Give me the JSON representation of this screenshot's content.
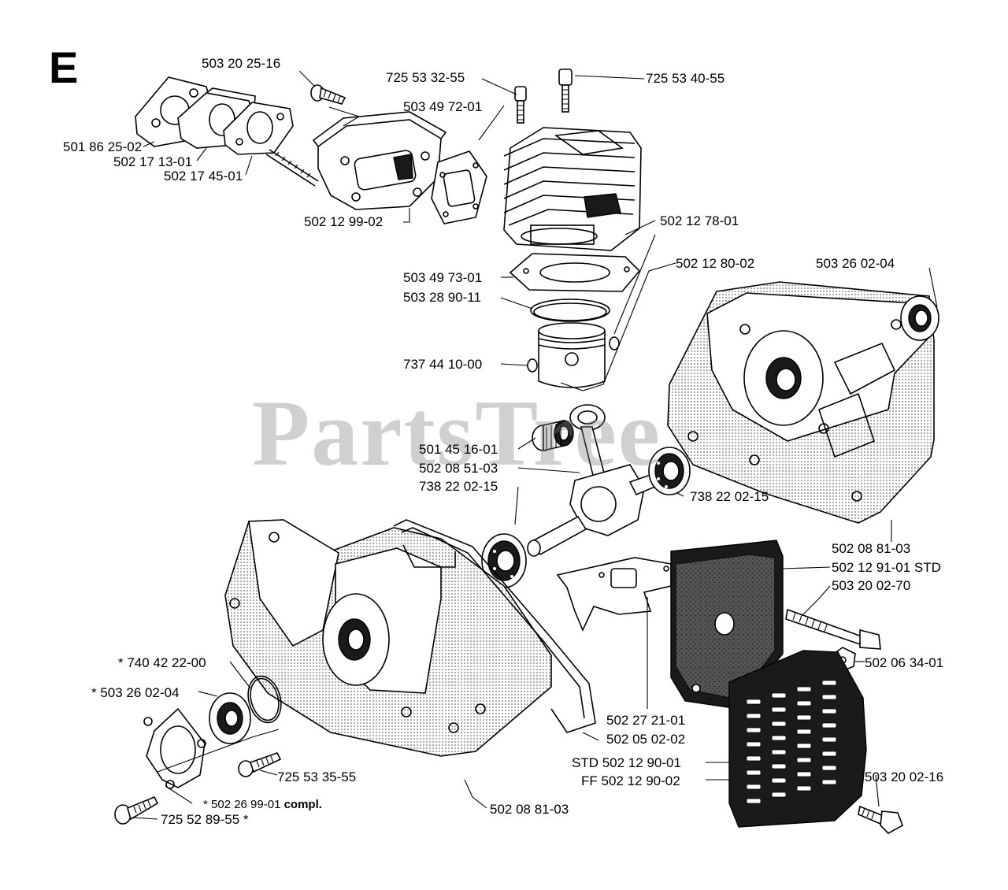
{
  "section_letter": "E",
  "watermark": "PartsTree",
  "labels": {
    "p_503_20_25_16": "503 20 25-16",
    "p_725_53_32_55": "725 53 32-55",
    "p_725_53_40_55": "725 53 40-55",
    "p_503_49_72_01": "503 49 72-01",
    "p_501_86_25_02": "501 86 25-02",
    "p_502_17_13_01": "502 17 13-01",
    "p_502_17_45_01": "502 17 45-01",
    "p_502_12_99_02": "502 12 99-02",
    "p_502_12_78_01": "502 12 78-01",
    "p_502_12_80_02": "502 12 80-02",
    "p_503_26_02_04": "503 26 02-04",
    "p_503_49_73_01": "503 49 73-01",
    "p_503_28_90_11": "503 28 90-11",
    "p_737_44_10_00": "737 44 10-00",
    "p_501_45_16_01": "501 45 16-01",
    "p_502_08_51_03": "502 08 51-03",
    "p_738_22_02_15_a": "738 22 02-15",
    "p_738_22_02_15_b": "738 22 02-15",
    "p_502_08_81_03_a": "502 08 81-03",
    "p_502_12_91_01_std": "502 12 91-01 STD",
    "p_503_20_02_70": "503 20 02-70",
    "p_502_06_34_01": "502 06 34-01",
    "p_740_42_22_00": "* 740 42 22-00",
    "p_503_26_02_04_star": "* 503 26 02-04",
    "p_502_27_21_01": "502 27 21-01",
    "p_502_05_02_02": "502 05 02-02",
    "p_std_502_12_90_01": "STD 502 12 90-01",
    "p_ff_502_12_90_02": "FF 502 12 90-02",
    "p_503_20_02_16": "503 20 02-16",
    "p_725_53_35_55": "725 53 35-55",
    "p_502_26_99_01_prefix": "* 502 26 99-01",
    "p_502_26_99_01_suffix": "compl.",
    "p_502_08_81_03_b": "502 08 81-03",
    "p_725_52_89_55": "725 52 89-55 *"
  }
}
